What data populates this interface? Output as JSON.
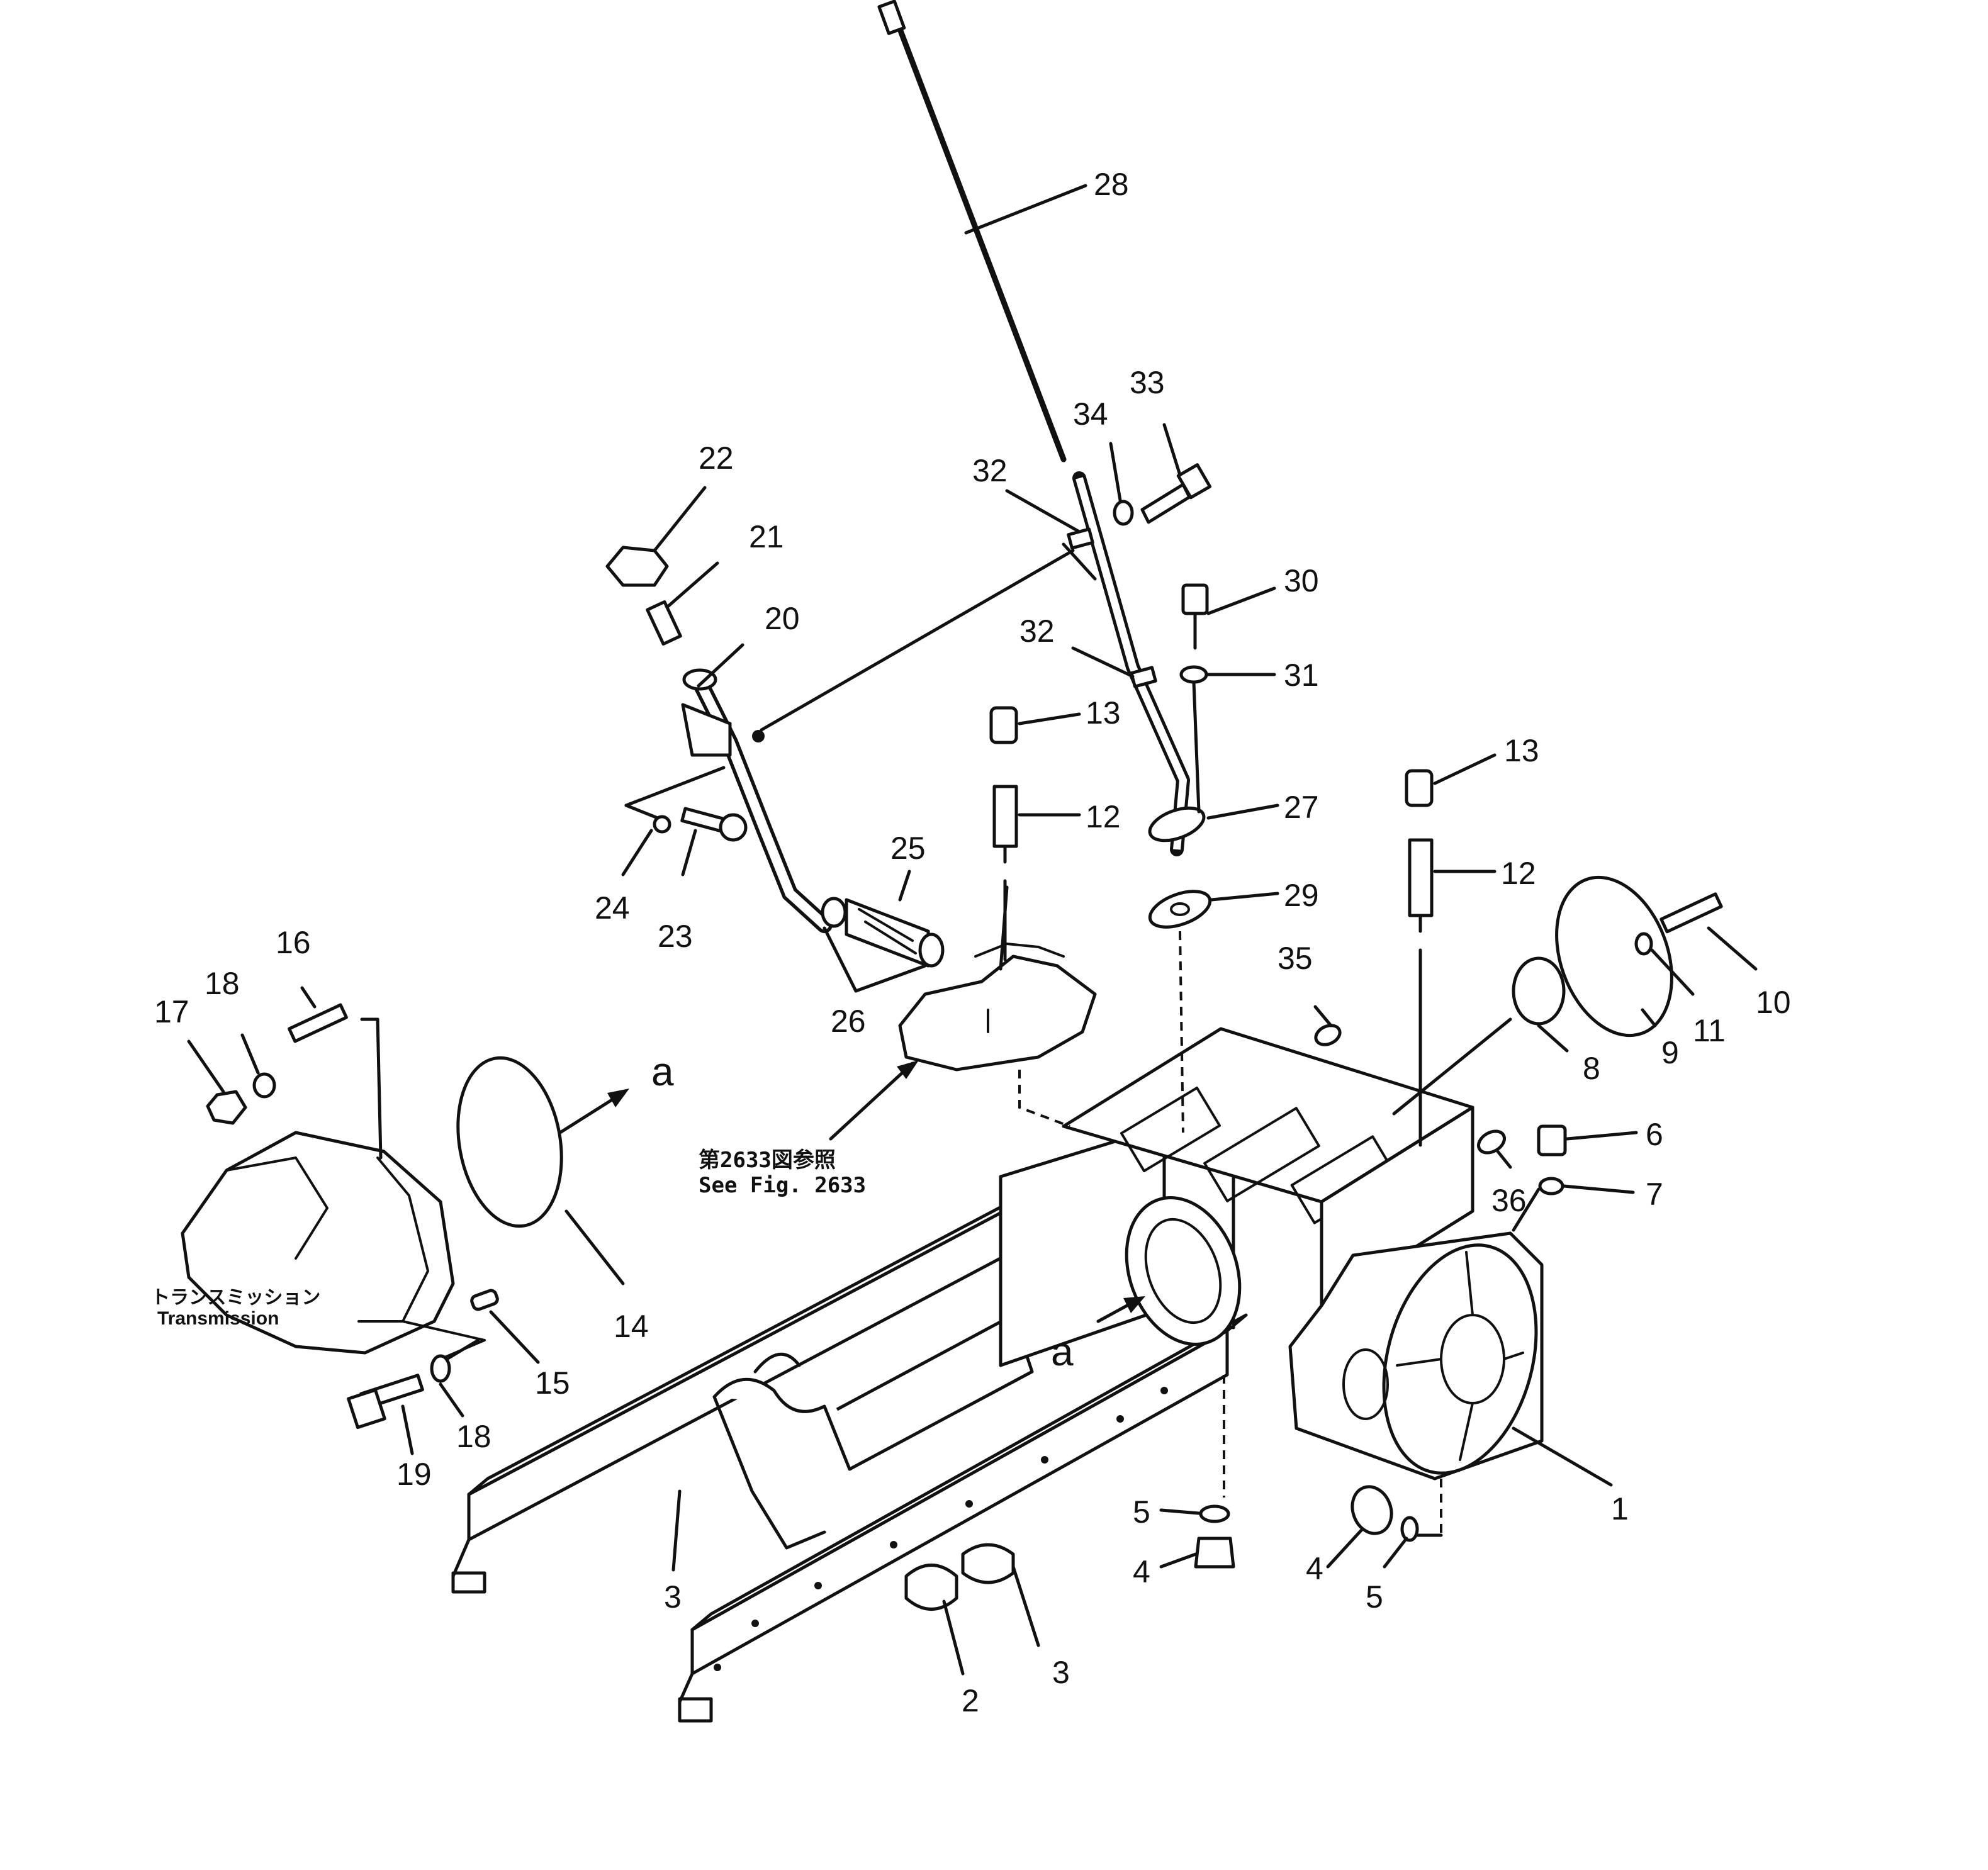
{
  "callouts": [
    {
      "id": "c1",
      "text": "1"
    },
    {
      "id": "c2",
      "text": "2"
    },
    {
      "id": "c3a",
      "text": "3"
    },
    {
      "id": "c3b",
      "text": "3"
    },
    {
      "id": "c4a",
      "text": "4"
    },
    {
      "id": "c4b",
      "text": "4"
    },
    {
      "id": "c5a",
      "text": "5"
    },
    {
      "id": "c5b",
      "text": "5"
    },
    {
      "id": "c6",
      "text": "6"
    },
    {
      "id": "c7",
      "text": "7"
    },
    {
      "id": "c8",
      "text": "8"
    },
    {
      "id": "c9",
      "text": "9"
    },
    {
      "id": "c10",
      "text": "10"
    },
    {
      "id": "c11",
      "text": "11"
    },
    {
      "id": "c12a",
      "text": "12"
    },
    {
      "id": "c12b",
      "text": "12"
    },
    {
      "id": "c13a",
      "text": "13"
    },
    {
      "id": "c13b",
      "text": "13"
    },
    {
      "id": "c14",
      "text": "14"
    },
    {
      "id": "c15",
      "text": "15"
    },
    {
      "id": "c16",
      "text": "16"
    },
    {
      "id": "c17",
      "text": "17"
    },
    {
      "id": "c18a",
      "text": "18"
    },
    {
      "id": "c18b",
      "text": "18"
    },
    {
      "id": "c19",
      "text": "19"
    },
    {
      "id": "c20",
      "text": "20"
    },
    {
      "id": "c21",
      "text": "21"
    },
    {
      "id": "c22",
      "text": "22"
    },
    {
      "id": "c23",
      "text": "23"
    },
    {
      "id": "c24",
      "text": "24"
    },
    {
      "id": "c25",
      "text": "25"
    },
    {
      "id": "c26",
      "text": "26"
    },
    {
      "id": "c27",
      "text": "27"
    },
    {
      "id": "c28",
      "text": "28"
    },
    {
      "id": "c29",
      "text": "29"
    },
    {
      "id": "c30",
      "text": "30"
    },
    {
      "id": "c31",
      "text": "31"
    },
    {
      "id": "c32a",
      "text": "32"
    },
    {
      "id": "c32b",
      "text": "32"
    },
    {
      "id": "c33",
      "text": "33"
    },
    {
      "id": "c34",
      "text": "34"
    },
    {
      "id": "c35",
      "text": "35"
    },
    {
      "id": "c36",
      "text": "36"
    }
  ],
  "markers": {
    "a_top": "a",
    "a_bottom": "a"
  },
  "reference_note": {
    "jp": "第2633図参照",
    "en": "See Fig. 2633"
  },
  "transmission_label": {
    "jp": "トランスミッション",
    "en": "Transmission"
  }
}
